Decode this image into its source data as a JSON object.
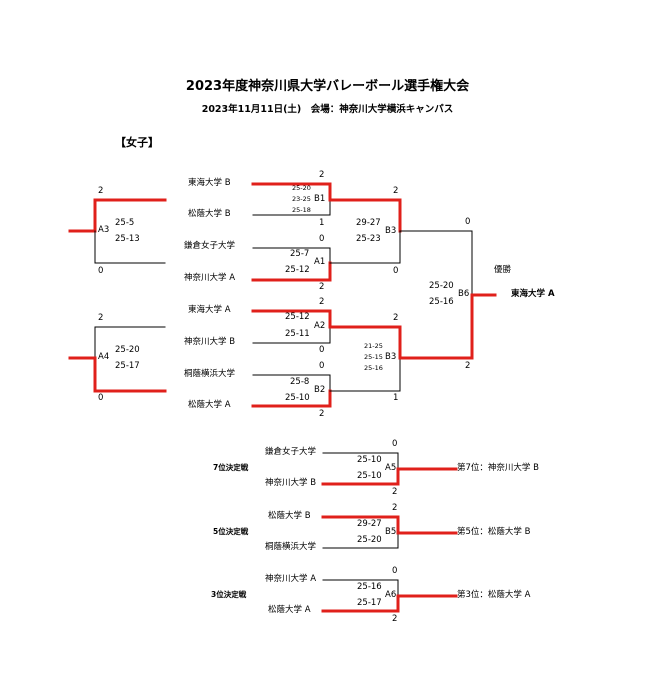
{
  "title": "2023年度神奈川県大学バレーボール選手権大会",
  "subtitle": "2023年11月11日(土)　会場：神奈川大学横浜キャンパス",
  "section": "【女子】",
  "teams": {
    "t1": "東海大学 B",
    "t2": "松蔭大学 B",
    "t3": "鎌倉女子大学",
    "t4": "神奈川大学 A",
    "t5": "東海大学 A",
    "t6": "神奈川大学 B",
    "t7": "桐蔭横浜大学",
    "t8": "松蔭大学 A"
  },
  "matches": {
    "b1": {
      "id": "B1",
      "set1": "25-20",
      "set2": "23-25",
      "set3": "25-18",
      "top": "2",
      "bottom": "1"
    },
    "a1": {
      "id": "A1",
      "set1": "25-7",
      "set2": "25-12",
      "top": "0",
      "bottom": "2"
    },
    "a2": {
      "id": "A2",
      "set1": "25-12",
      "set2": "25-11",
      "top": "2",
      "bottom": "0"
    },
    "b2": {
      "id": "B2",
      "set1": "25-8",
      "set2": "25-10",
      "top": "0",
      "bottom": "2"
    },
    "a3": {
      "id": "A3",
      "set1": "25-5",
      "set2": "25-13",
      "top": "2",
      "bottom": "0"
    },
    "a4": {
      "id": "A4",
      "set1": "25-20",
      "set2": "25-17",
      "top": "2",
      "bottom": "0"
    },
    "b3u": {
      "id": "B3",
      "set1": "29-27",
      "set2": "25-23",
      "top": "2",
      "bottom": "0"
    },
    "b3l": {
      "id": "B3",
      "set1": "21-25",
      "set2": "25-15",
      "set3": "25-16",
      "top": "2",
      "bottom": "1"
    },
    "b6": {
      "id": "B6",
      "set1": "25-20",
      "set2": "25-16",
      "top": "0",
      "bottom": "2"
    }
  },
  "winner": {
    "label": "優勝",
    "team": "東海大学 A"
  },
  "placements": [
    {
      "label": "7位決定戦",
      "id": "A5",
      "top_team": "鎌倉女子大学",
      "bottom_team": "神奈川大学 B",
      "set1": "25-10",
      "set2": "25-10",
      "top": "0",
      "bottom": "2",
      "result": "第7位：神奈川大学 B"
    },
    {
      "label": "5位決定戦",
      "id": "B5",
      "top_team": "松蔭大学 B",
      "bottom_team": "桐蔭横浜大学",
      "set1": "29-27",
      "set2": "25-20",
      "top": "2",
      "bottom": "",
      "result": "第5位：松蔭大学 B"
    },
    {
      "label": "3位決定戦",
      "id": "A6",
      "top_team": "神奈川大学 A",
      "bottom_team": "松蔭大学 A",
      "set1": "25-16",
      "set2": "25-17",
      "top": "0",
      "bottom": "2",
      "result": "第3位：松蔭大学 A"
    }
  ],
  "colors": {
    "winner_line": "#e0201b",
    "loser_line": "#000000"
  }
}
